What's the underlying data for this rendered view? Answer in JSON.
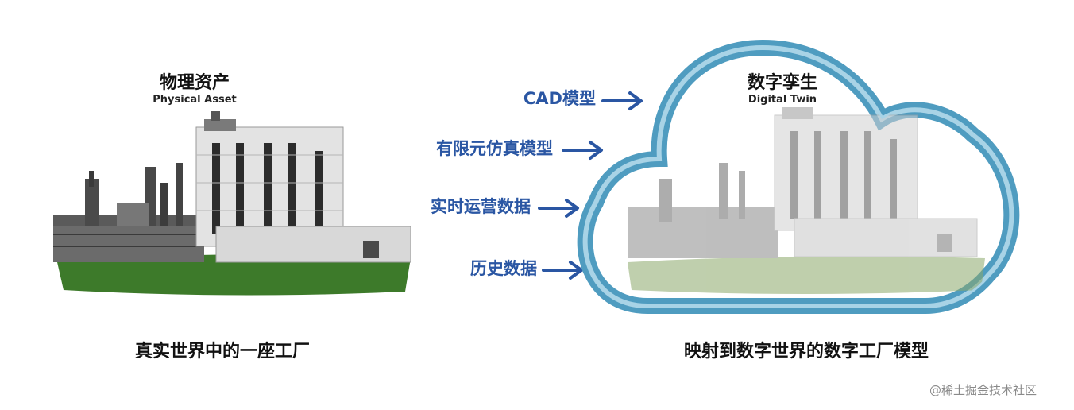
{
  "physical": {
    "title_cn": "物理资产",
    "title_en": "Physical Asset",
    "caption": "真实世界中的一座工厂"
  },
  "digital": {
    "title_cn": "数字孪生",
    "title_en": "Digital Twin",
    "caption": "映射到数字世界的数字工厂模型"
  },
  "inputs": [
    {
      "label": "CAD模型"
    },
    {
      "label": "有限元仿真模型"
    },
    {
      "label": "实时运营数据"
    },
    {
      "label": "历史数据"
    }
  ],
  "watermark": "@稀土掘金技术社区",
  "colors": {
    "accent_blue": "#2a56a3",
    "cloud_outer": "#4f9cc0",
    "cloud_inner": "#a8d3e6",
    "grass": "#3d7a2a"
  }
}
